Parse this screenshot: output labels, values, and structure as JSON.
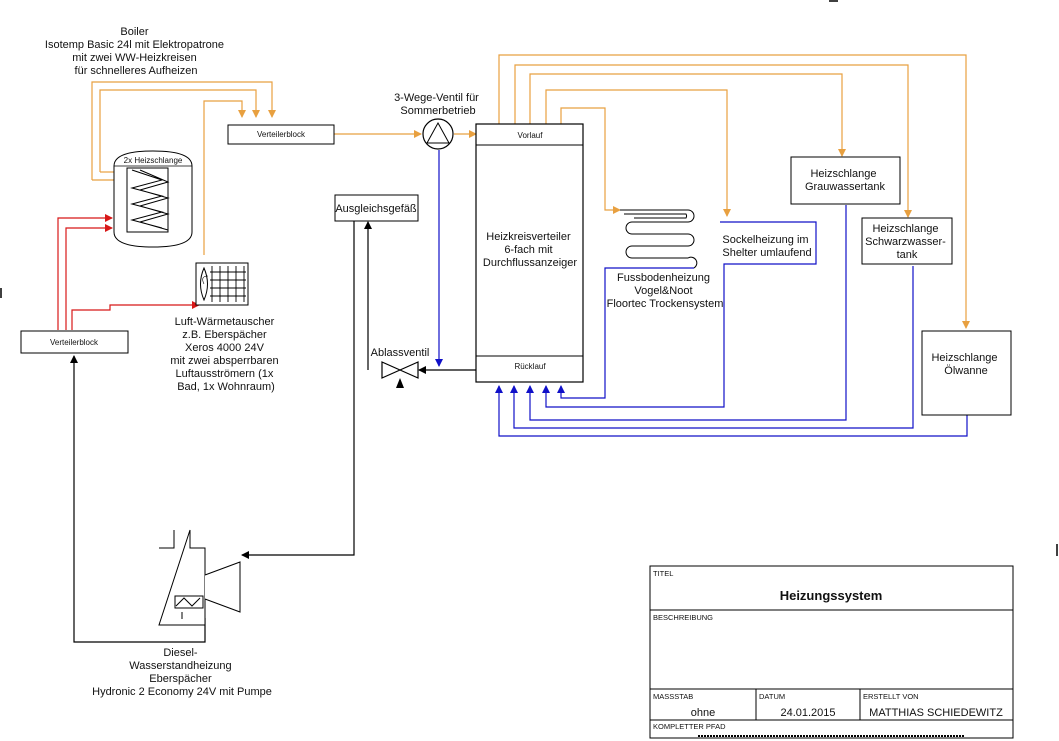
{
  "colors": {
    "supply": "#e8a040",
    "return": "#1010c8",
    "heat": "#d81818",
    "line": "#000000"
  },
  "labels": {
    "boiler": [
      "Boiler",
      "Isotemp Basic 24l mit Elektropatrone",
      "mit zwei WW-Heizkreisen",
      "für schnelleres Aufheizen"
    ],
    "coil": "2x Heizschlange",
    "distributor_top": "Verteilerblock",
    "distributor_left": "Verteilerblock",
    "valve3": [
      "3-Wege-Ventil für",
      "Sommerbetrieb"
    ],
    "expansion": "Ausgleichsgefäß",
    "manifold": [
      "Heizkreisverteiler",
      "6-fach mit",
      "Durchflussanzeiger"
    ],
    "vorlauf": "Vorlauf",
    "ruecklauf": "Rücklauf",
    "drain": "Ablassventil",
    "air_hx": [
      "Luft-Wärmetauscher",
      "z.B. Eberspächer",
      "Xeros 4000 24V",
      "mit zwei absperrbaren",
      "Luftausströmern (1x",
      "Bad, 1x Wohnraum)"
    ],
    "floor": [
      "Fussbodenheizung",
      "Vogel&Noot",
      "Floortec Trockensystem"
    ],
    "skirting": [
      "Sockelheizung im",
      "Shelter umlaufend"
    ],
    "grey": [
      "Heizschlange",
      "Grauwassertank"
    ],
    "black": [
      "Heizschlange",
      "Schwarzwasser-",
      "tank"
    ],
    "oil": [
      "Heizschlange",
      "Ölwanne"
    ],
    "diesel": [
      "Diesel-",
      "Wasserstandheizung",
      "Eberspächer",
      "Hydronic 2 Economy 24V mit Pumpe"
    ]
  },
  "title_block": {
    "titel_header": "TITEL",
    "title": "Heizungssystem",
    "beschreibung_header": "BESCHREIBUNG",
    "massstab_header": "MASSSTAB",
    "massstab": "ohne",
    "datum_header": "DATUM",
    "datum": "24.01.2015",
    "erstellt_header": "ERSTELLT VON",
    "erstellt": "MATTHIAS SCHIEDEWITZ",
    "pfad_header": "KOMPLETTER PFAD"
  }
}
